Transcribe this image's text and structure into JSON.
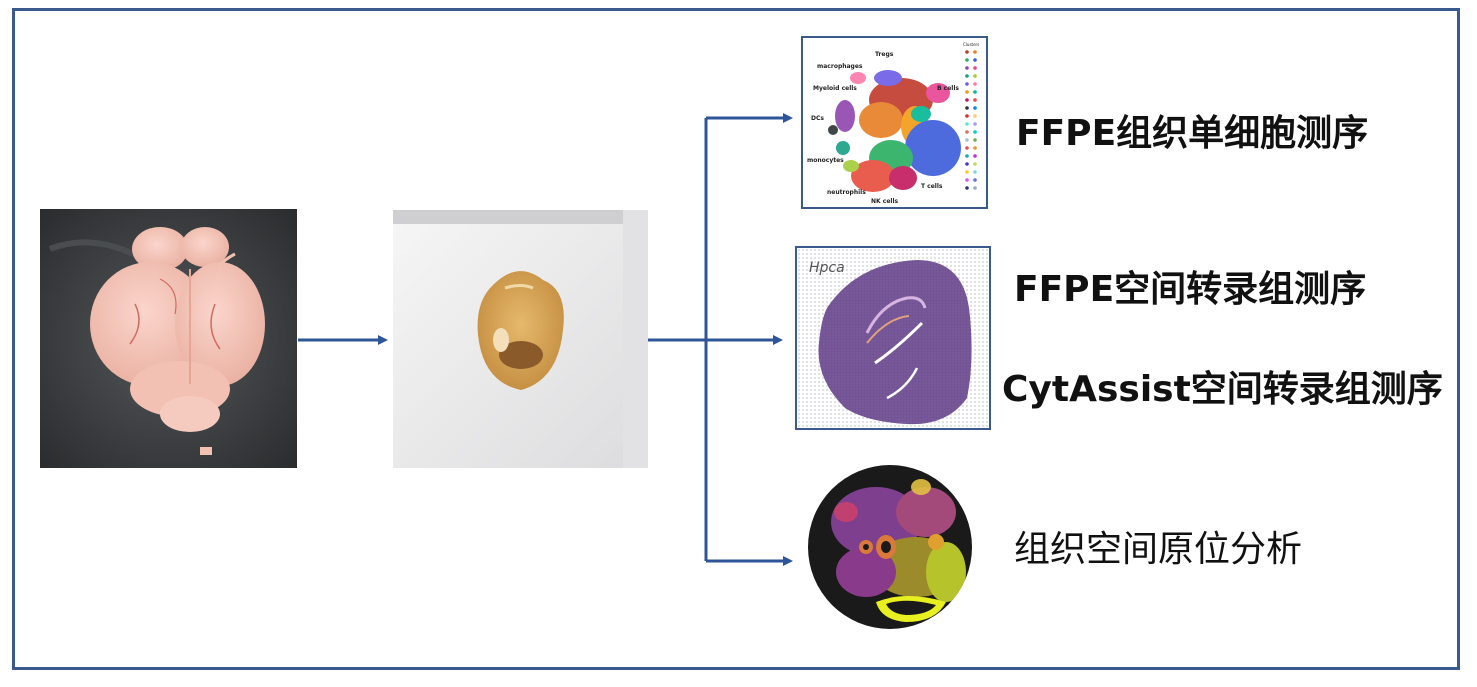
{
  "outputs": [
    {
      "label": "FFPE组织单细胞测序"
    },
    {
      "label": "FFPE空间转录组测序"
    },
    {
      "label": "CytAssist空间转录组测序"
    },
    {
      "label": "组织空间原位分析"
    }
  ],
  "tsne_labels": [
    "Tregs",
    "macrophages",
    "Myeloid cells",
    "B cells",
    "DCs",
    "T cells",
    "monocytes",
    "neutrophils",
    "NK cells",
    "Clusters"
  ],
  "spatial_gene": "Hpca",
  "colors": {
    "frame": "#3a5a8c",
    "arrow": "#2e5597"
  }
}
